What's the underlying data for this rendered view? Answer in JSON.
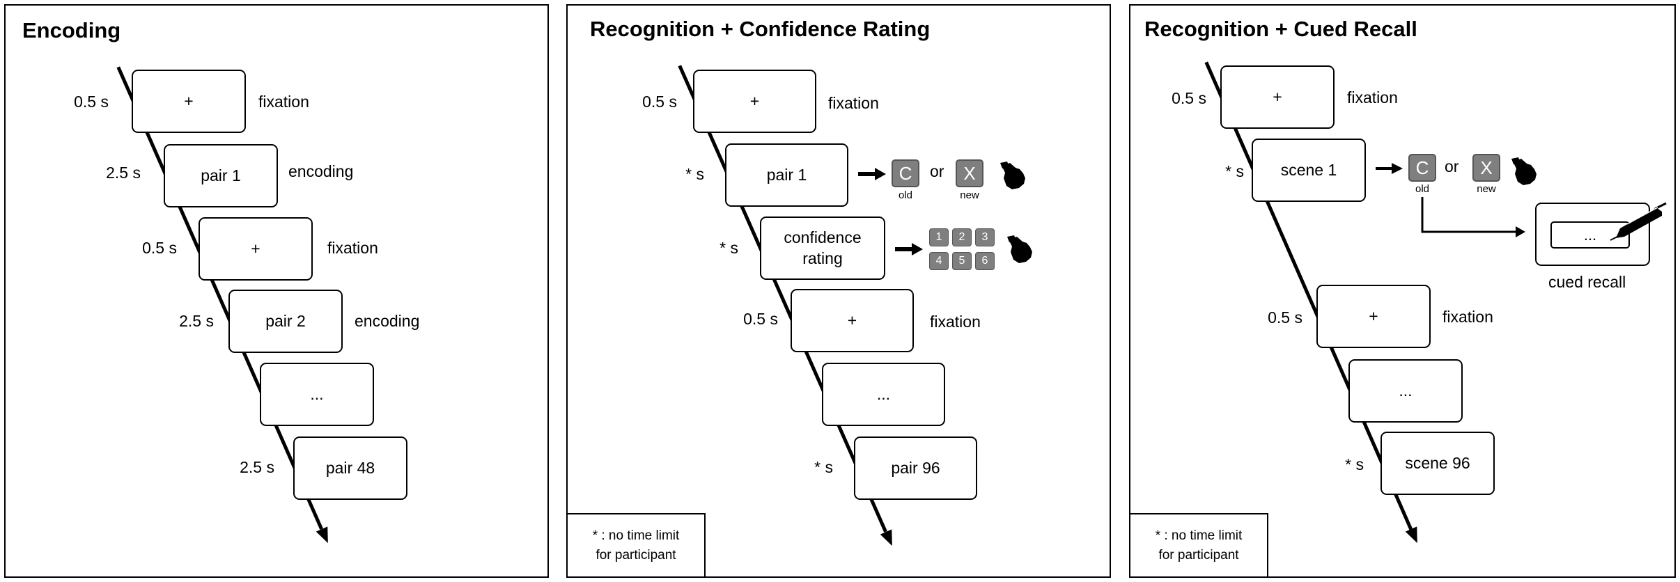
{
  "panels": [
    {
      "title": "Encoding",
      "trials": [
        {
          "time": "0.5 s",
          "content": "+",
          "label": "fixation"
        },
        {
          "time": "2.5 s",
          "content": "pair 1",
          "label": "encoding"
        },
        {
          "time": "0.5 s",
          "content": "+",
          "label": "fixation"
        },
        {
          "time": "2.5 s",
          "content": "pair 2",
          "label": "encoding"
        },
        {
          "time": "",
          "content": "...",
          "label": ""
        },
        {
          "time": "2.5 s",
          "content": "pair 48",
          "label": ""
        }
      ]
    },
    {
      "title": "Recognition + Confidence Rating",
      "trials": [
        {
          "time": "0.5 s",
          "content": "+",
          "label": "fixation"
        },
        {
          "time": "* s",
          "content": "pair 1",
          "label": ""
        },
        {
          "time": "* s",
          "content": "confidence\nrating",
          "label": ""
        },
        {
          "time": "0.5 s",
          "content": "+",
          "label": "fixation"
        },
        {
          "time": "",
          "content": "...",
          "label": ""
        },
        {
          "time": "* s",
          "content": "pair 96",
          "label": ""
        }
      ],
      "response": {
        "keys": [
          {
            "key": "C",
            "caption": "old"
          },
          {
            "key": "X",
            "caption": "new"
          }
        ],
        "or_text": "or",
        "rating_keys": [
          "1",
          "2",
          "3",
          "4",
          "5",
          "6"
        ]
      },
      "note": "* : no time limit\nfor participant"
    },
    {
      "title": "Recognition + Cued Recall",
      "trials": [
        {
          "time": "0.5 s",
          "content": "+",
          "label": "fixation"
        },
        {
          "time": "* s",
          "content": "scene 1",
          "label": ""
        },
        {
          "time": "0.5 s",
          "content": "+",
          "label": "fixation"
        },
        {
          "time": "",
          "content": "...",
          "label": ""
        },
        {
          "time": "* s",
          "content": "scene 96",
          "label": ""
        }
      ],
      "response": {
        "keys": [
          {
            "key": "C",
            "caption": "old"
          },
          {
            "key": "X",
            "caption": "new"
          }
        ],
        "or_text": "or",
        "recall_field": "...",
        "recall_label": "cued recall"
      },
      "note": "* : no time limit\nfor participant"
    }
  ]
}
